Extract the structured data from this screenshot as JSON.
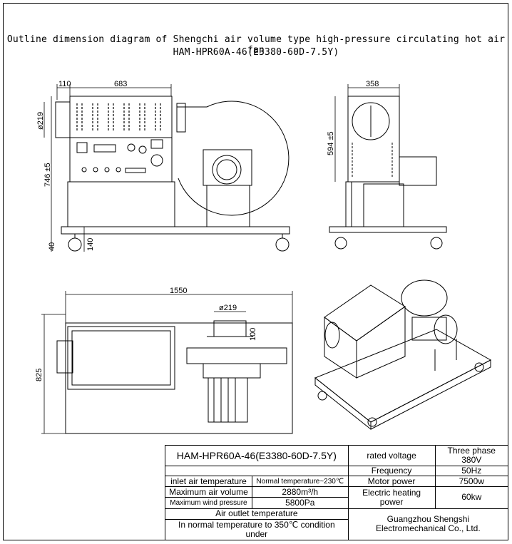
{
  "title": {
    "line1": "Outline dimension diagram of Shengchi air volume type high-pressure circulating hot air fan",
    "line2": "HAM-HPR60A-46(E3380-60D-7.5Y)"
  },
  "dimensions": {
    "front_left": "110",
    "front_width": "683",
    "front_dia": "ø219",
    "front_height": "746 ±5",
    "front_bottom": "40",
    "front_wheel": "140",
    "side_width": "358",
    "side_height": "594 ±5",
    "top_length": "1550",
    "top_dia": "ø219",
    "top_offset": "100",
    "top_width": "825"
  },
  "spec_table": {
    "model": "HAM-HPR60A-46(E3380-60D-7.5Y)",
    "rows": [
      {
        "label": "inlet air temperature",
        "value": "Normal temperature~230℃"
      },
      {
        "label": "Maximum air volume",
        "value": "2880m³/h"
      },
      {
        "label": "Maximum wind pressure",
        "value": "5800Pa"
      }
    ],
    "outlet_label": "Air outlet temperature",
    "outlet_value": "In normal temperature to 350℃ condition under",
    "right_rows": [
      {
        "label": "rated voltage",
        "value": "Three phase 380V"
      },
      {
        "label": "Frequency",
        "value": "50Hz"
      },
      {
        "label": "Motor power",
        "value": "7500w"
      },
      {
        "label": "Electric heating power",
        "value": "60kw"
      }
    ],
    "company_line1": "Guangzhou Shengshi",
    "company_line2": "Electromechanical Co., Ltd."
  }
}
